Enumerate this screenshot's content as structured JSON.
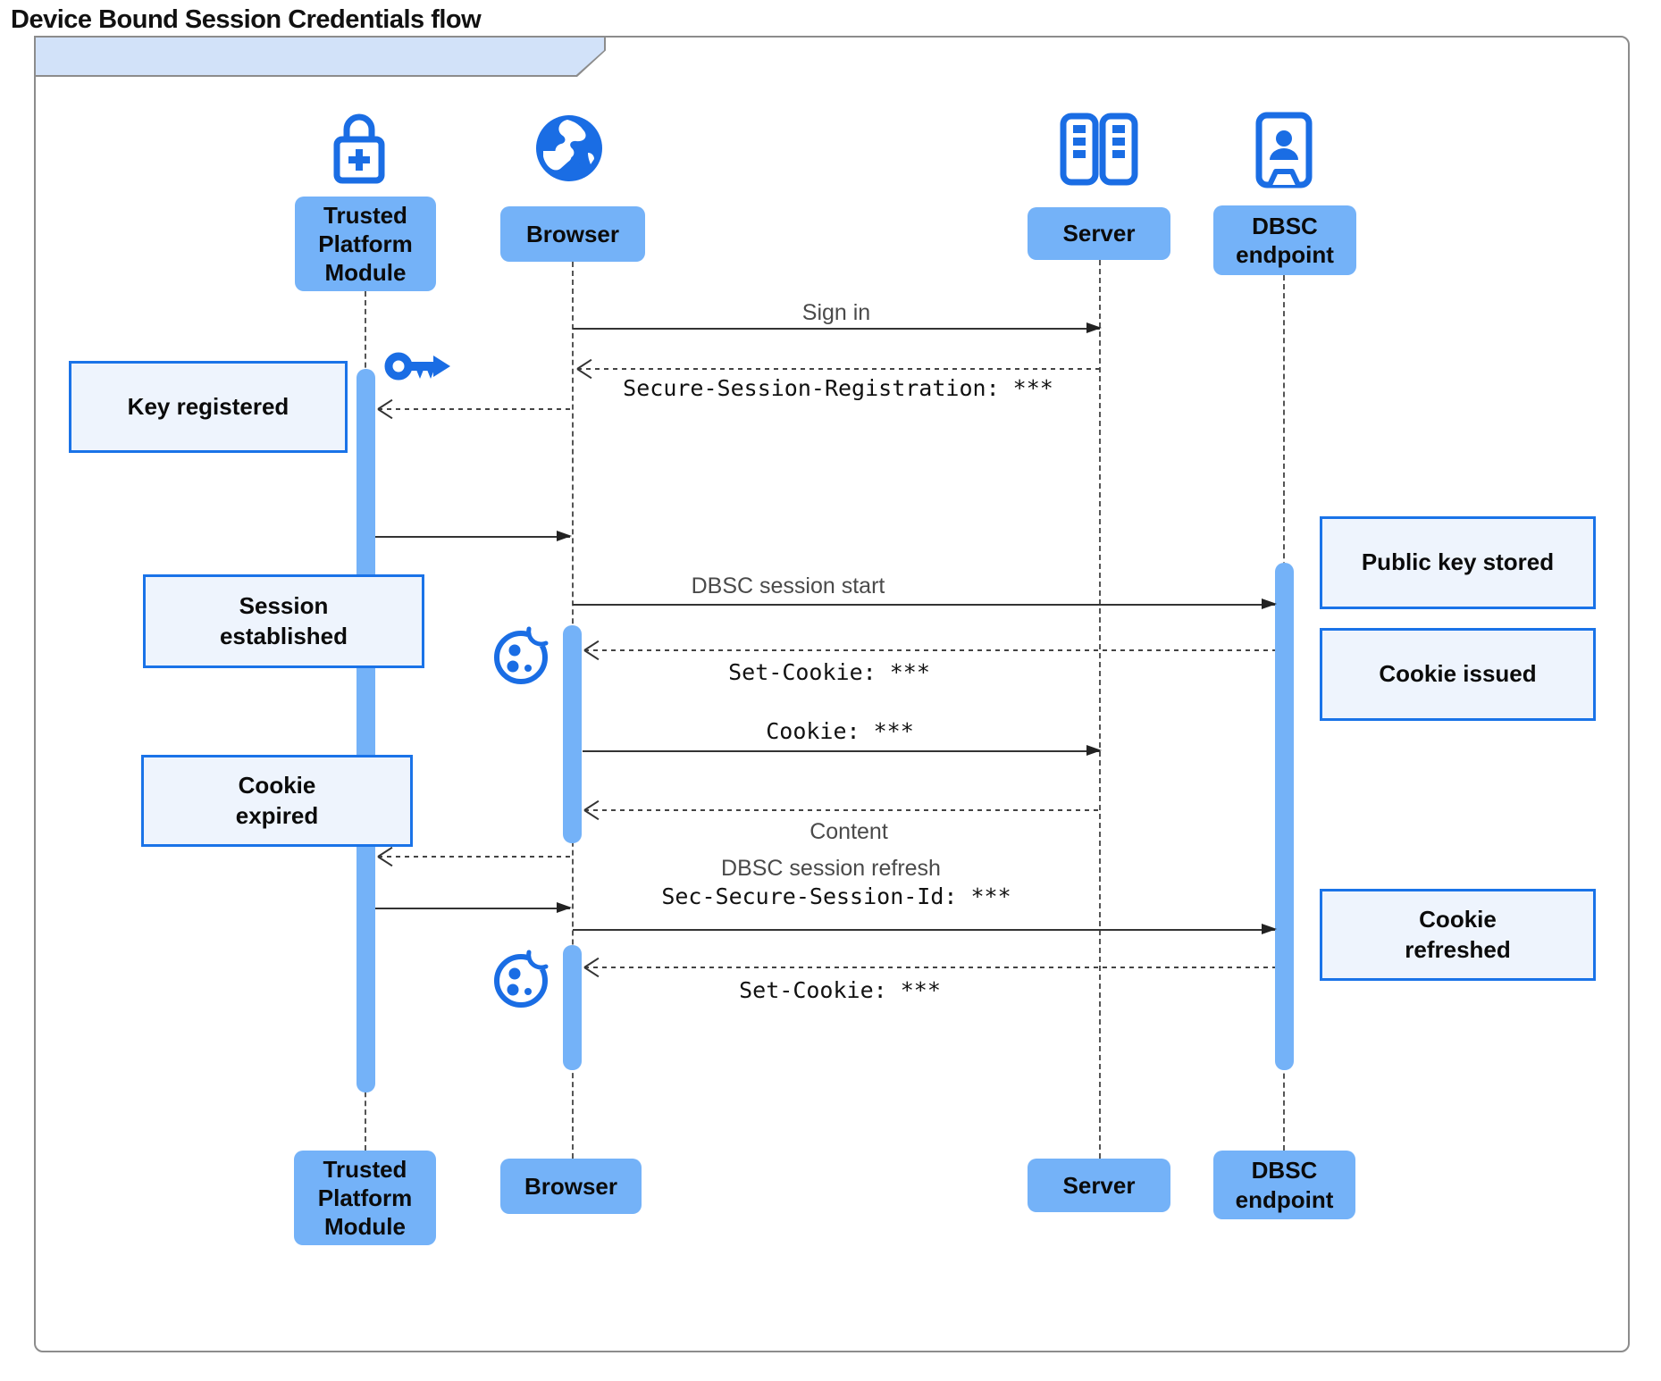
{
  "title": "Device Bound Session Credentials flow",
  "actors": {
    "tpm": {
      "label": "Trusted Platform Module",
      "icon": "lock-plus-icon"
    },
    "browser": {
      "label": "Browser",
      "icon": "globe-icon"
    },
    "server": {
      "label": "Server",
      "icon": "server-rack-icon"
    },
    "dbsc": {
      "label": "DBSC endpoint",
      "icon": "door-person-icon"
    }
  },
  "messages": {
    "sign_in": {
      "text": "Sign in",
      "from": "Browser",
      "to": "Server",
      "line": "solid"
    },
    "session_registration": {
      "text": "Secure-Session-Registration: ***",
      "from": "Server",
      "to": "Browser",
      "line": "dashed"
    },
    "register_key": {
      "text": "",
      "from": "Browser",
      "to": "Trusted Platform Module",
      "line": "dashed"
    },
    "key_ready": {
      "text": "",
      "from": "Trusted Platform Module",
      "to": "Browser",
      "line": "solid"
    },
    "dbsc_session_start": {
      "text": "DBSC session start",
      "from": "Browser",
      "to": "DBSC endpoint",
      "line": "solid"
    },
    "set_cookie_1": {
      "text": "Set-Cookie: ***",
      "from": "DBSC endpoint",
      "to": "Browser",
      "line": "dashed"
    },
    "cookie": {
      "text": "Cookie: ***",
      "from": "Browser",
      "to": "Server",
      "line": "solid"
    },
    "content": {
      "text": "Content",
      "from": "Server",
      "to": "Browser",
      "line": "dashed"
    },
    "sign_refresh": {
      "text": "",
      "from": "Browser",
      "to": "Trusted Platform Module",
      "line": "dashed"
    },
    "proof_ready": {
      "text": "",
      "from": "Trusted Platform Module",
      "to": "Browser",
      "line": "solid"
    },
    "dbsc_session_refresh": {
      "text": "DBSC session refresh",
      "text2": "Sec-Secure-Session-Id: ***",
      "from": "Browser",
      "to": "DBSC endpoint",
      "line": "solid"
    },
    "set_cookie_2": {
      "text": "Set-Cookie: ***",
      "from": "DBSC endpoint",
      "to": "Browser",
      "line": "dashed"
    }
  },
  "notes": {
    "key_registered": "Key registered",
    "session_established": "Session established",
    "cookie_expired": "Cookie expired",
    "public_key_stored": "Public key stored",
    "cookie_issued": "Cookie issued",
    "cookie_refreshed": "Cookie refreshed"
  },
  "icons": {
    "key": "key-icon",
    "cookie_first": "cookie-icon",
    "cookie_second": "cookie-icon"
  },
  "colors": {
    "participant_fill": "#74b2f8",
    "icon_blue": "#1a6de4",
    "note_fill": "#eef4fd",
    "note_border": "#1a73e8",
    "title_fill": "#d2e2f9",
    "frame_border": "#8c8c8c",
    "arrow": "#333333"
  }
}
